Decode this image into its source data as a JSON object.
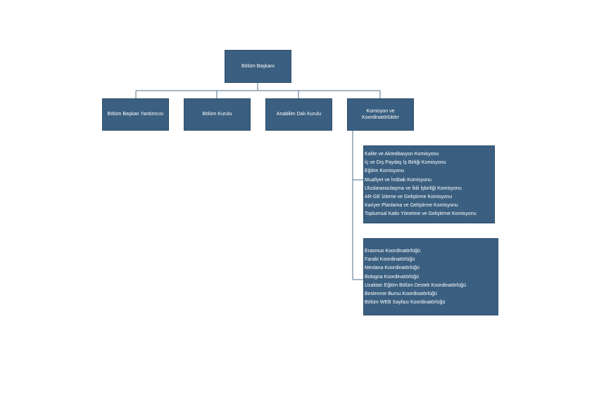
{
  "colors": {
    "box_fill": "#3a5f80",
    "connector": "#4f6d87",
    "text": "#ffffff"
  },
  "root": {
    "label": "Bölüm Başkanı"
  },
  "children": [
    {
      "label": "Bölüm Başkan Yardımcısı"
    },
    {
      "label": "Bölüm Kurulu"
    },
    {
      "label": "Anabilim Dalı Kurulu"
    },
    {
      "label": "Komisyon ve Koordinatörlükler"
    }
  ],
  "commissions": [
    "Kalite ve Akreditasyon Komisyonu",
    "İç ve Dış Paydaş İş Birliği Komisyonu",
    "Eğitim Komisyonu",
    "Muafiyet ve İntibak Komisyonu",
    "Uluslararasılaşma ve İkili İşbirliği Komisyonu",
    "AR-GE İzleme ve Geliştirme Komisyonu",
    "Kariyer Planlama ve Geliştirme Komisyonu",
    "Toplumsal Katkı Yönetme ve Geliştirme Komisyonu"
  ],
  "coordinatorships": [
    "Erasmus Koordinatörlüğü",
    "Farabi Koordinatörlüğü",
    "Mevlana Koordinatörlüğü",
    "Bologna Koordinatörlüğü",
    "Uzaktan Eğitim Bölüm Destek Koordinatörlüğü",
    "Beslenme Bursu Koordinatörlüğü",
    "Bölüm WEB Sayfası Koordinatörlüğü"
  ]
}
